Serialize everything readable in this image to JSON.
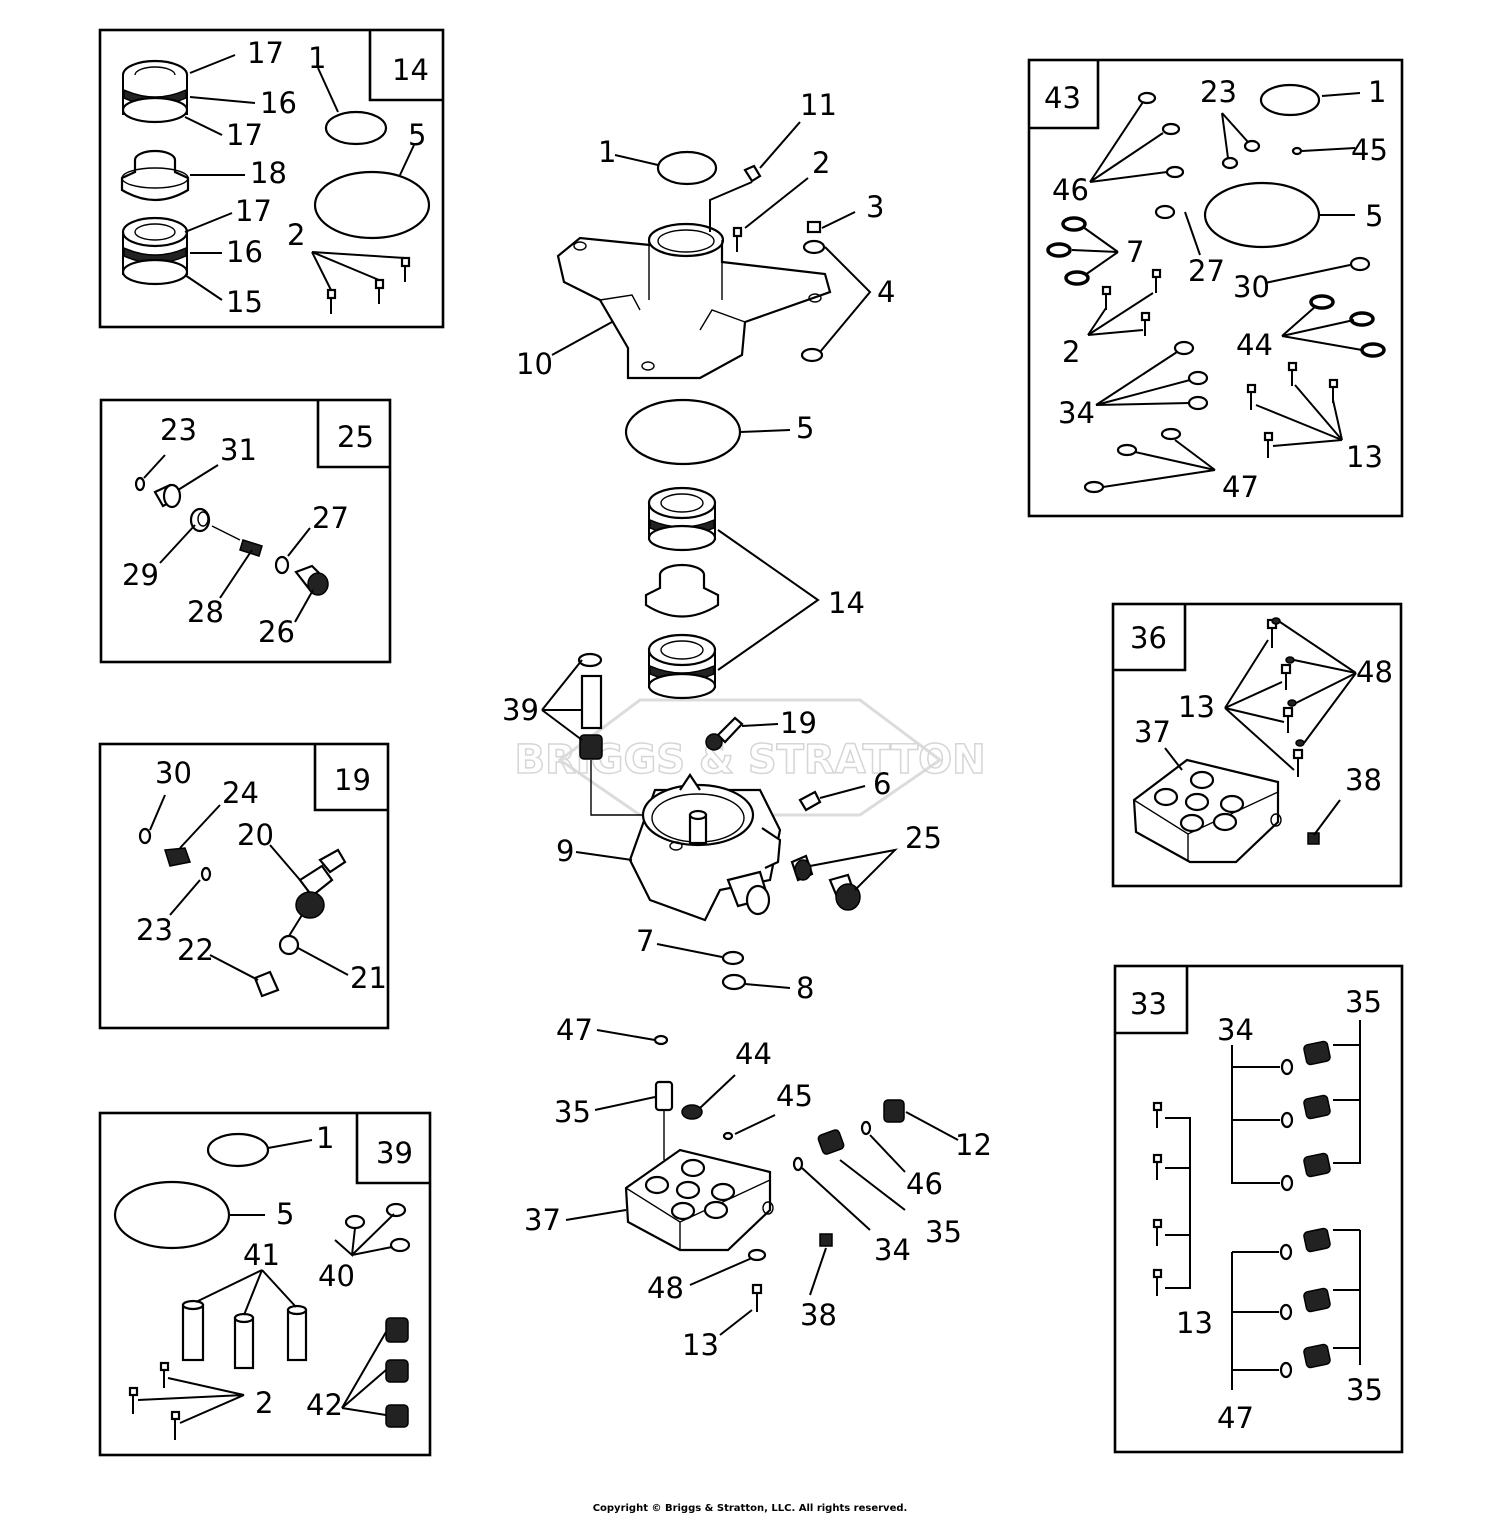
{
  "watermark": "BRIGGS & STRATTON",
  "copyright": "Copyright © Briggs & Stratton, LLC. All rights reserved.",
  "kits": {
    "k14": "14",
    "k25": "25",
    "k19": "19",
    "k39": "39",
    "k43": "43",
    "k36": "36",
    "k33": "33"
  },
  "labels": {
    "n1": "1",
    "n2": "2",
    "n3": "3",
    "n4": "4",
    "n5": "5",
    "n6": "6",
    "n7": "7",
    "n8": "8",
    "n9": "9",
    "n10": "10",
    "n11": "11",
    "n12": "12",
    "n13": "13",
    "n14": "14",
    "n15": "15",
    "n16": "16",
    "n17": "17",
    "n18": "18",
    "n19": "19",
    "n20": "20",
    "n21": "21",
    "n22": "22",
    "n23": "23",
    "n24": "24",
    "n25": "25",
    "n26": "26",
    "n27": "27",
    "n28": "28",
    "n29": "29",
    "n30": "30",
    "n31": "31",
    "n33": "33",
    "n34": "34",
    "n35": "35",
    "n36": "36",
    "n37": "37",
    "n38": "38",
    "n39": "39",
    "n40": "40",
    "n41": "41",
    "n42": "42",
    "n43": "43",
    "n44": "44",
    "n45": "45",
    "n46": "46",
    "n47": "47",
    "n48": "48"
  }
}
